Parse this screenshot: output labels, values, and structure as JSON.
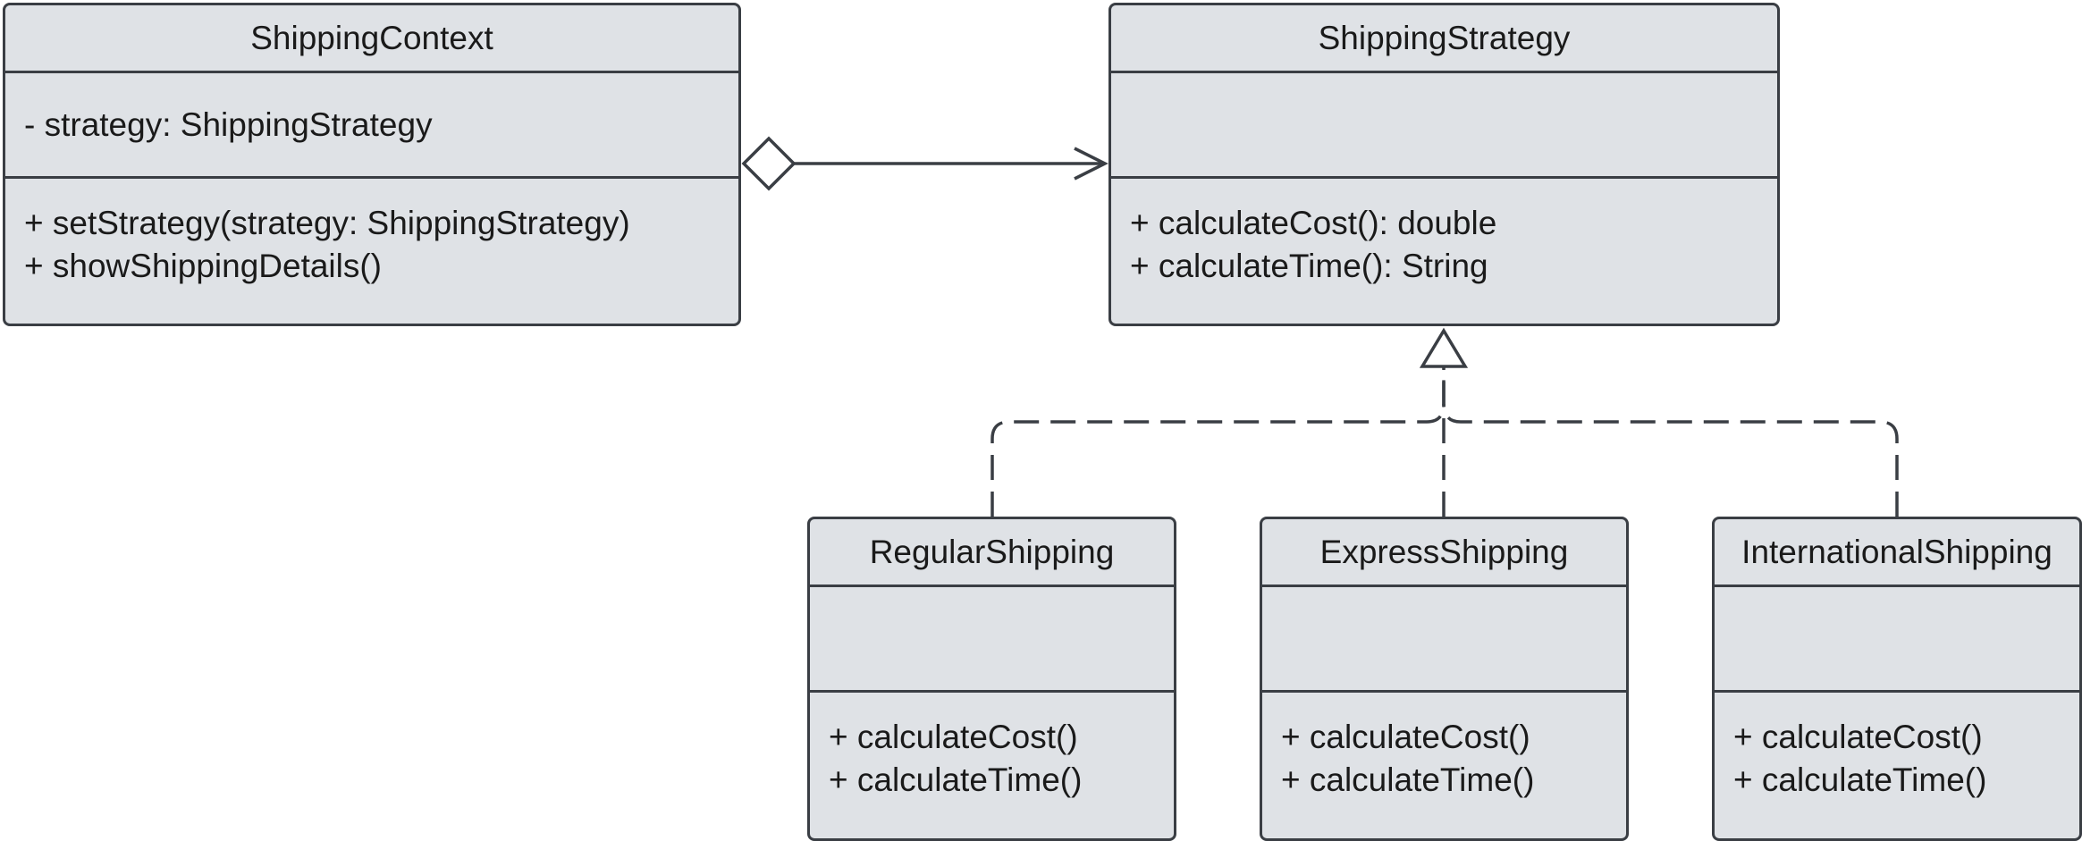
{
  "classes": {
    "context": {
      "name": "ShippingContext",
      "attributes": [
        "- strategy: ShippingStrategy"
      ],
      "operations": [
        "+ setStrategy(strategy: ShippingStrategy)",
        "+ showShippingDetails()"
      ]
    },
    "strategy": {
      "name": "ShippingStrategy",
      "attributes": [],
      "operations": [
        "+ calculateCost(): double",
        "+ calculateTime(): String"
      ]
    },
    "regular": {
      "name": "RegularShipping",
      "attributes": [],
      "operations": [
        "+ calculateCost()",
        "+ calculateTime()"
      ]
    },
    "express": {
      "name": "ExpressShipping",
      "attributes": [],
      "operations": [
        "+ calculateCost()",
        "+ calculateTime()"
      ]
    },
    "international": {
      "name": "InternationalShipping",
      "attributes": [],
      "operations": [
        "+ calculateCost()",
        "+ calculateTime()"
      ]
    }
  },
  "relationships": [
    {
      "type": "aggregation",
      "from": "ShippingContext",
      "to": "ShippingStrategy"
    },
    {
      "type": "realization",
      "from": "RegularShipping",
      "to": "ShippingStrategy"
    },
    {
      "type": "realization",
      "from": "ExpressShipping",
      "to": "ShippingStrategy"
    },
    {
      "type": "realization",
      "from": "InternationalShipping",
      "to": "ShippingStrategy"
    }
  ],
  "colors": {
    "box_fill": "#dfe2e6",
    "stroke": "#3a3e44",
    "text": "#1a1a1a"
  }
}
